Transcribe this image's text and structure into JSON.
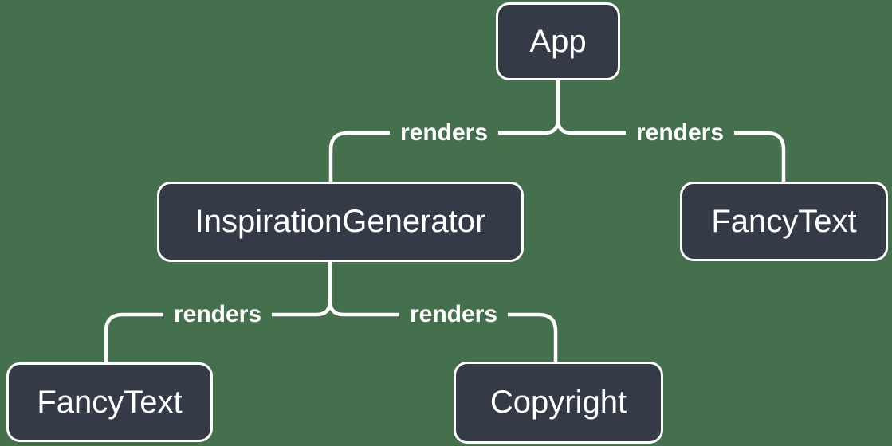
{
  "colors": {
    "background": "#45704D",
    "node_fill": "#343A46",
    "node_border": "#FFFFFF",
    "line": "#FFFFFF",
    "text": "#FFFFFF"
  },
  "nodes": [
    {
      "id": "app",
      "label": "App"
    },
    {
      "id": "inspiration-generator",
      "label": "InspirationGenerator"
    },
    {
      "id": "fancy-text-top",
      "label": "FancyText"
    },
    {
      "id": "fancy-text-bottom",
      "label": "FancyText"
    },
    {
      "id": "copyright",
      "label": "Copyright"
    }
  ],
  "edges": [
    {
      "from": "App",
      "to": "InspirationGenerator",
      "label": "renders"
    },
    {
      "from": "App",
      "to": "FancyText",
      "label": "renders"
    },
    {
      "from": "InspirationGenerator",
      "to": "FancyText",
      "label": "renders"
    },
    {
      "from": "InspirationGenerator",
      "to": "Copyright",
      "label": "renders"
    }
  ]
}
